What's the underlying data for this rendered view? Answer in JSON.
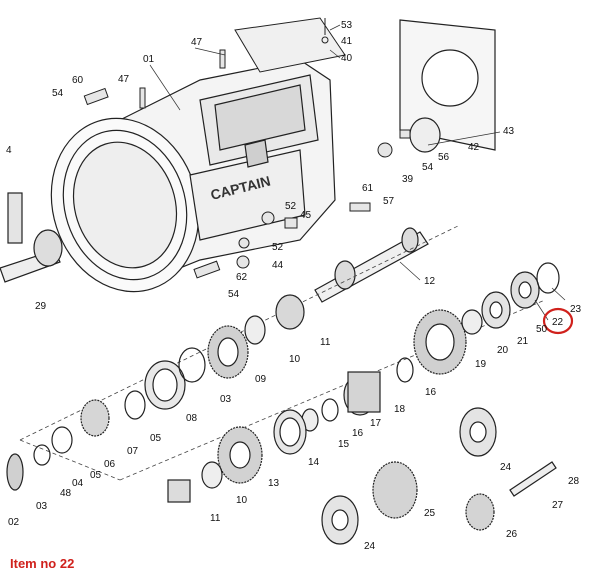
{
  "caption": "Item no 22",
  "highlight_color": "#d0211c",
  "highlighted_part": "22",
  "part_labels": {
    "p53": "53",
    "p41": "41",
    "p40": "40",
    "p47a": "47",
    "p01": "01",
    "p60": "60",
    "p47b": "47",
    "p54a": "54",
    "p4": "4",
    "p42": "42",
    "p43": "43",
    "p54b": "54",
    "p56": "56",
    "p39": "39",
    "p61": "61",
    "p57": "57",
    "p52a": "52",
    "p45": "45",
    "p52b": "52",
    "p44": "44",
    "p62": "62",
    "p54c": "54",
    "p12": "12",
    "p29": "29",
    "p23": "23",
    "p22": "22",
    "p50": "50",
    "p21": "21",
    "p20": "20",
    "p19": "19",
    "p10a": "10",
    "p11a": "11",
    "p09": "09",
    "p03a": "03",
    "p08": "08",
    "p16a": "16",
    "p18": "18",
    "p17": "17",
    "p15": "15",
    "p16b": "16",
    "p05a": "05",
    "p07": "07",
    "p06": "06",
    "p05b": "05",
    "p04": "04",
    "p48": "48",
    "p03b": "03",
    "p02": "02",
    "p14": "14",
    "p13": "13",
    "p10b": "10",
    "p11b": "11",
    "p24a": "24",
    "p28": "28",
    "p27": "27",
    "p25": "25",
    "p26": "26",
    "p24b": "24"
  }
}
